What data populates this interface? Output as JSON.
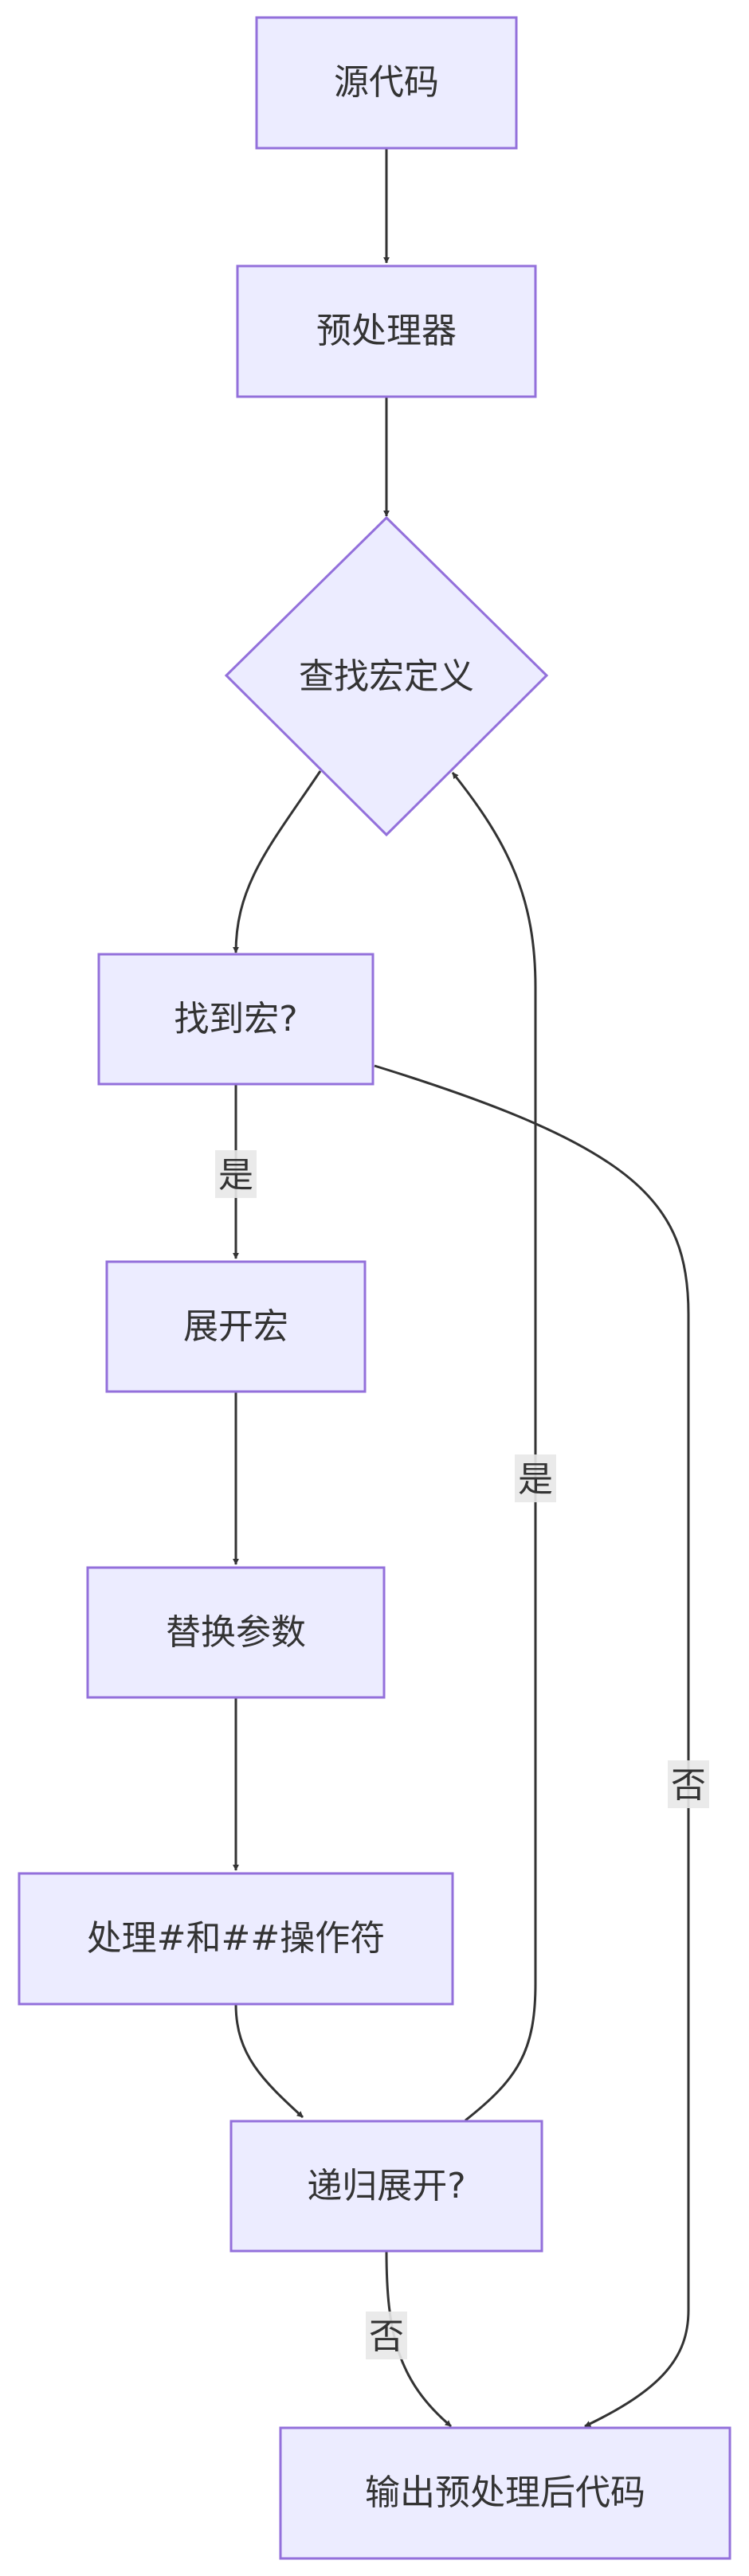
{
  "nodes": {
    "source_code": "源代码",
    "preprocessor": "预处理器",
    "find_macro_def": "查找宏定义",
    "macro_found": "找到宏?",
    "expand_macro": "展开宏",
    "replace_params": "替换参数",
    "handle_operators": "处理#和##操作符",
    "recursive_expand": "递归展开?",
    "output_code": "输出预处理后代码"
  },
  "edge_labels": {
    "found_yes": "是",
    "found_no": "否",
    "recursive_yes": "是",
    "recursive_no": "否"
  },
  "colors": {
    "node_fill": "#ececff",
    "node_stroke": "#9370db",
    "edge": "#333333",
    "label_bg": "#e8e8e8"
  }
}
